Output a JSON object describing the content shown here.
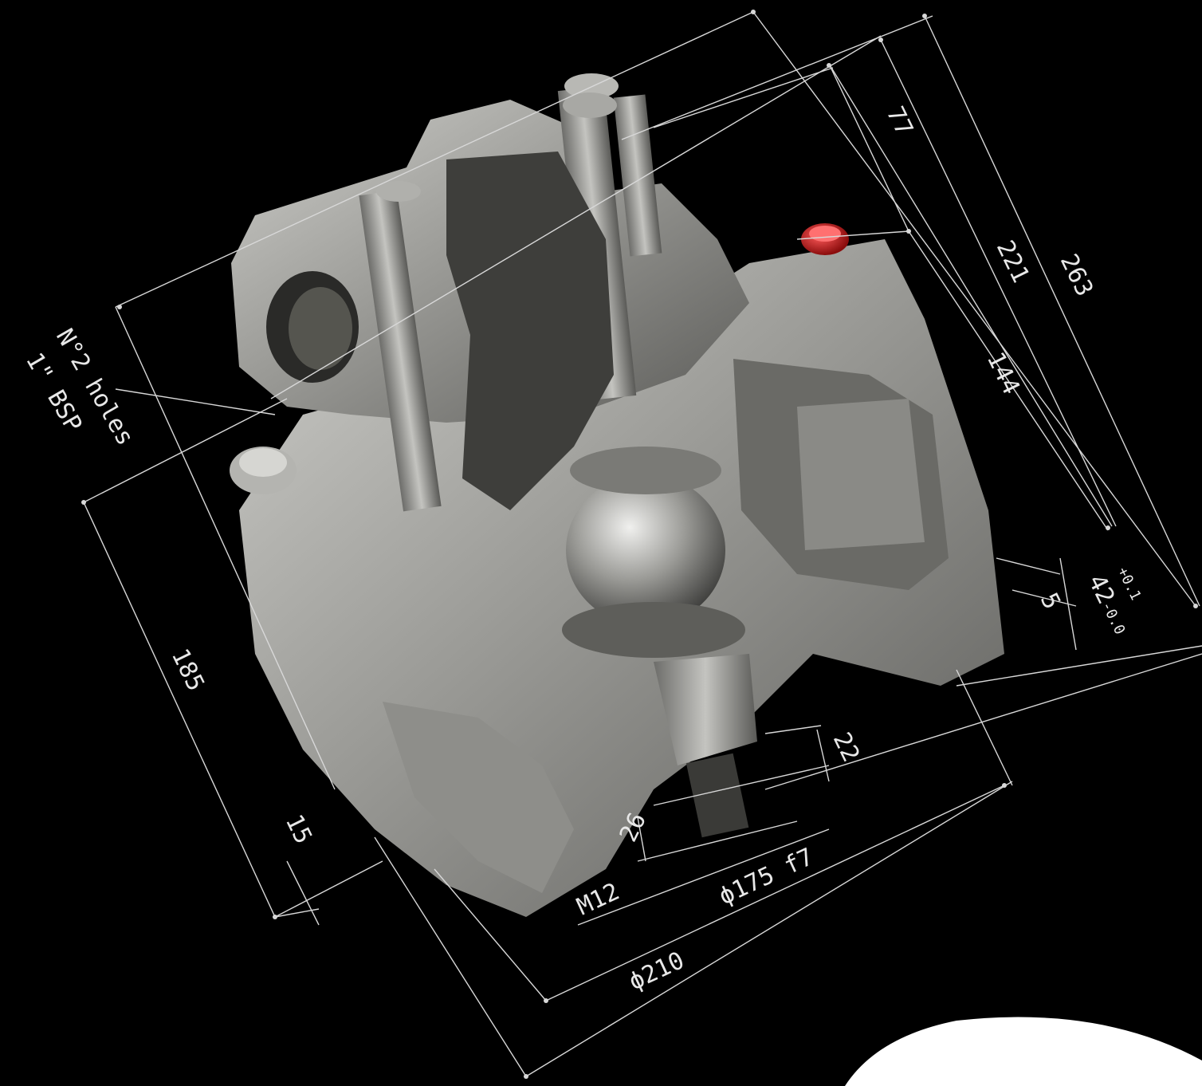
{
  "annotation": {
    "holes_line1": "N°2 holes",
    "holes_line2": "1\" BSP"
  },
  "dimensions": {
    "d77": "77",
    "d221": "221",
    "d263": "263",
    "d144": "144",
    "d5": "5",
    "d42": "42",
    "d42_tol_upper": "+0.1",
    "d42_tol_lower": "-0.0",
    "d22": "22",
    "d26": "26",
    "d15": "15",
    "d185": "185",
    "m12": "M12",
    "phi175": "ϕ175 f7",
    "phi210": "ϕ210"
  },
  "colors": {
    "background": "#000000",
    "metal": "#9a9a96",
    "metal_light": "#c9c9c5",
    "metal_dark": "#4a4a48",
    "cap_red": "#c01818",
    "lines": "#d8d8d8"
  }
}
